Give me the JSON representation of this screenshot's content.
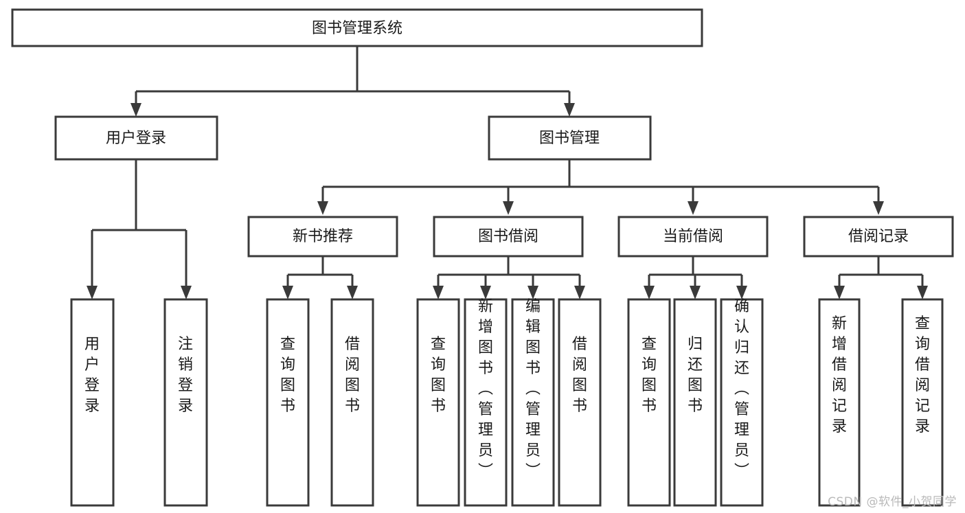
{
  "diagram": {
    "type": "tree-hierarchy-chart",
    "title": "图书管理系统",
    "orientation": "top-down",
    "colors": {
      "box_fill": "#ffffff",
      "box_stroke": "#3a3a3a",
      "text": "#1a1a1a",
      "background": "#ffffff",
      "watermark": "#b9b9b9"
    },
    "levels": {
      "root": {
        "label": "图书管理系统"
      },
      "level2": [
        {
          "label": "用户登录"
        },
        {
          "label": "图书管理"
        }
      ],
      "level3": [
        {
          "label": "新书推荐"
        },
        {
          "label": "图书借阅"
        },
        {
          "label": "当前借阅"
        },
        {
          "label": "借阅记录"
        }
      ],
      "leaves": {
        "user_login": [
          {
            "label": "用户登录"
          },
          {
            "label": "注销登录"
          }
        ],
        "new_book_recommend": [
          {
            "label": "查询图书"
          },
          {
            "label": "借阅图书"
          }
        ],
        "book_borrow": [
          {
            "label": "查询图书"
          },
          {
            "label": "新增图书（管理员）"
          },
          {
            "label": "编辑图书（管理员）"
          },
          {
            "label": "借阅图书"
          }
        ],
        "current_borrow": [
          {
            "label": "查询图书"
          },
          {
            "label": "归还图书"
          },
          {
            "label": "确认归还（管理员）"
          }
        ],
        "borrow_record": [
          {
            "label": "新增借阅记录"
          },
          {
            "label": "查询借阅记录"
          }
        ]
      }
    },
    "watermark": "CSDN @软件_小贺同学"
  }
}
